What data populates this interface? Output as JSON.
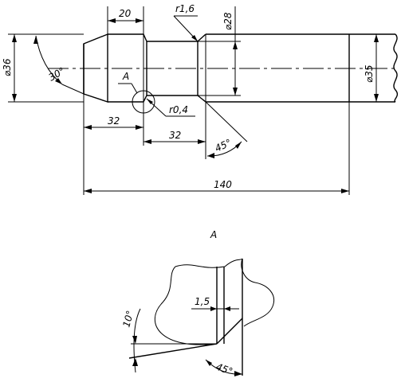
{
  "main_view": {
    "dims": {
      "collar_width": "20",
      "groove_radius": "r1,6",
      "groove_diameter": "⌀28",
      "left_diameter": "⌀36",
      "chamfer_angle": "30°",
      "detail_callout": "A",
      "fillet_radius": "r0,4",
      "left_length": "32",
      "groove_length": "32",
      "shoulder_angle": "45°",
      "overall_length": "140",
      "right_diameter": "⌀35"
    }
  },
  "detail_view": {
    "title": "A",
    "dims": {
      "step_width": "1,5",
      "relief_angle": "10°",
      "chamfer_angle": "45°"
    }
  }
}
